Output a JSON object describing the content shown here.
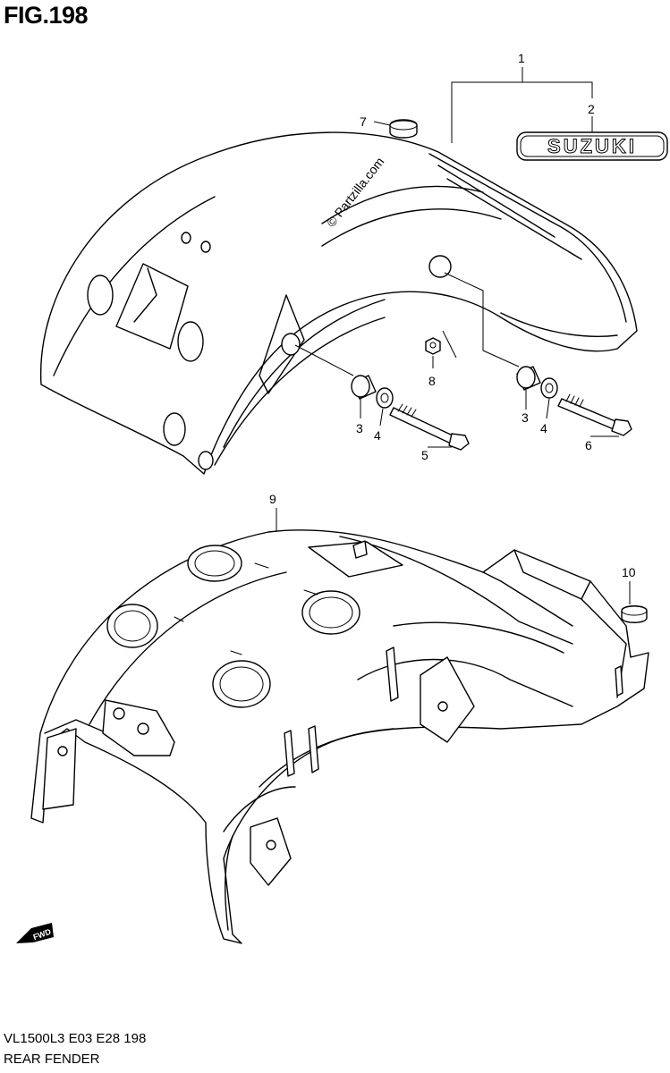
{
  "figure": {
    "title": "FIG.198",
    "footer_code": "VL1500L3  E03  E28  198",
    "footer_name": "REAR FENDER",
    "watermark": "© Partzilla.com",
    "emblem_text": "SUZUKI",
    "fwd_label": "FWD"
  },
  "callouts": {
    "c1": "1",
    "c2": "2",
    "c3a": "3",
    "c3b": "3",
    "c4a": "4",
    "c4b": "4",
    "c5": "5",
    "c6": "6",
    "c7": "7",
    "c8": "8",
    "c9": "9",
    "c10": "10"
  }
}
